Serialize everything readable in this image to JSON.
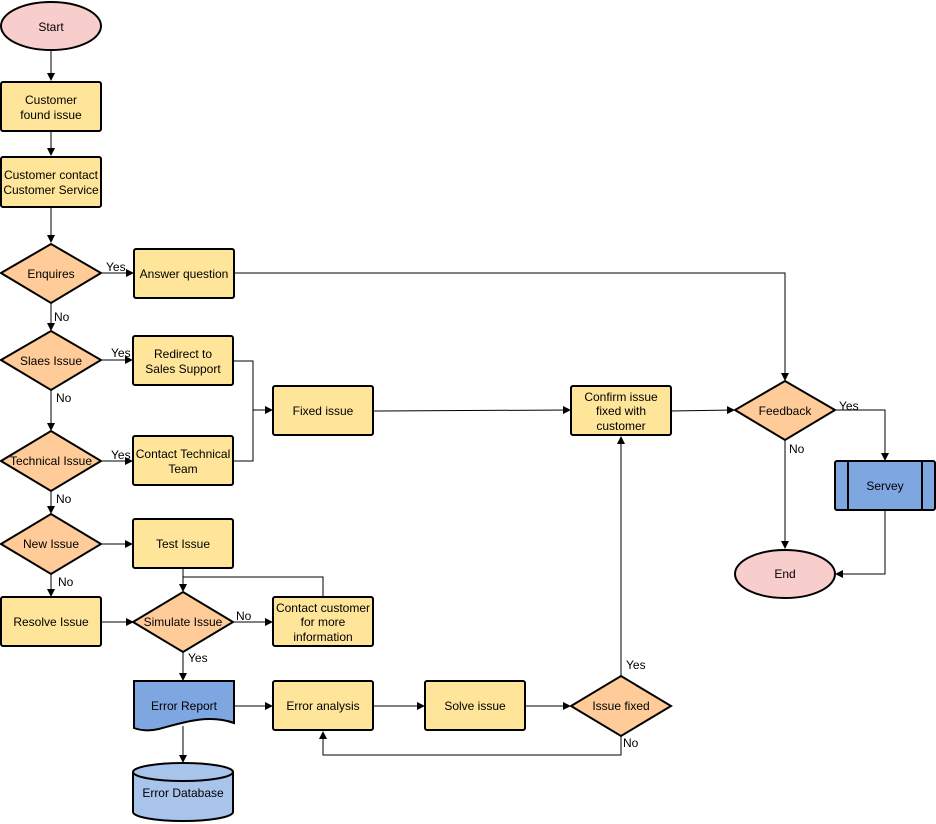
{
  "colors": {
    "terminal": "#f8cecc",
    "process": "#ffe599",
    "decision": "#ffcc99",
    "document": "#7ea6e0",
    "database": "#a9c4eb",
    "subprocess": "#7ea6e0",
    "line": "#000000"
  },
  "nodes": {
    "start": "Start",
    "customer_found_issue": [
      "Customer",
      "found issue"
    ],
    "customer_contact": [
      "Customer contact",
      "Customer Service"
    ],
    "enquires": "Enquires",
    "answer_question": "Answer question",
    "sales_issue": "Slaes Issue",
    "redirect_sales": [
      "Redirect to",
      "Sales Support"
    ],
    "technical_issue": "Technical Issue",
    "contact_technical": [
      "Contact Technical",
      "Team"
    ],
    "fixed_issue": "Fixed issue",
    "confirm_issue": [
      "Confirm issue",
      "fixed with",
      "customer"
    ],
    "feedback": "Feedback",
    "survey": "Servey",
    "end": "End",
    "new_issue": "New Issue",
    "test_issue": "Test Issue",
    "resolve_issue": "Resolve Issue",
    "simulate_issue": "Simulate Issue",
    "contact_customer": [
      "Contact customer",
      "for more",
      "information"
    ],
    "error_report": "Error Report",
    "error_database": "Error Database",
    "error_analysis": "Error analysis",
    "solve_issue": "Solve issue",
    "issue_fixed": "Issue fixed"
  },
  "edge_labels": {
    "enquires_yes": "Yes",
    "enquires_no": "No",
    "sales_yes": "Yes",
    "sales_no": "No",
    "technical_yes": "Yes",
    "technical_no": "No",
    "new_no": "No",
    "simulate_no": "No",
    "simulate_yes": "Yes",
    "feedback_yes": "Yes",
    "feedback_no": "No",
    "issue_fixed_yes": "Yes",
    "issue_fixed_no": "No"
  }
}
